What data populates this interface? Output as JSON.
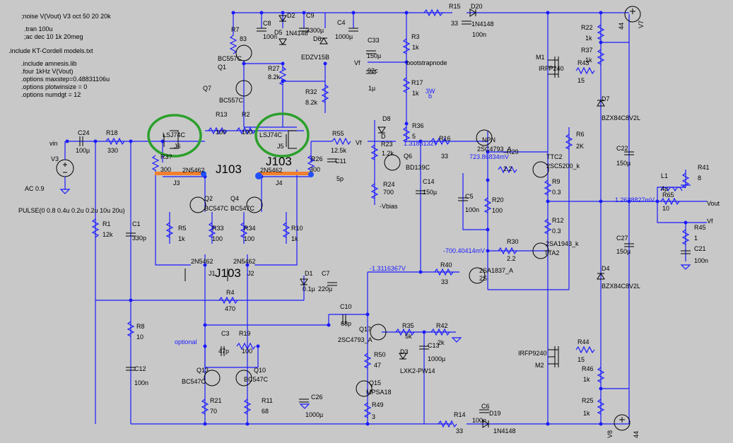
{
  "directives": [
    ";noise V(Vout) V3 oct 50 20 20k",
    ".tran 100u",
    ";ac dec 10 1k 20meg",
    ".include KT-Cordell models.txt",
    ".include amnesis.lib",
    ".four 1kHz V(Vout)",
    ".options maxstep=0.48831106u",
    ".options plotwinsize = 0",
    ".options numdgt = 12"
  ],
  "sources": {
    "v3": "V3",
    "v3_ac": "AC 0.9",
    "v3_pulse": "PULSE(0 0.8 0.4u 0.2u 0.2u 10u 20u)",
    "v7": "V7",
    "v7_val": "44",
    "v8": "V8",
    "v8_val": "44"
  },
  "nets": {
    "vin": "vin",
    "vf_top": "Vf",
    "vf_right": "Vf",
    "vf_fb": "Vf",
    "vout": "Vout",
    "bootstrap": "bootstrapnode",
    "vbias": "-Vbias",
    "optional": "optional"
  },
  "annotations": {
    "j103_left": "J103",
    "j103_right": "J103",
    "j103_bottom": "J103",
    "misc_3w": "3W",
    "misc_b": "b"
  },
  "probes": [
    "1.3185132V",
    "723.86834mV",
    "-700.40414mV",
    "-1.3116367V",
    "1.2638827mV"
  ],
  "components": {
    "r7": [
      "R7",
      "83"
    ],
    "c8": [
      "C8",
      "100n"
    ],
    "d2": [
      "D2",
      "1N4148"
    ],
    "d5": [
      "D5",
      "1N4148"
    ],
    "c9": [
      "C9",
      "3300µ"
    ],
    "d6": [
      "D6",
      "EDZV15B"
    ],
    "r27": [
      "R27",
      "8.2k"
    ],
    "r32": [
      "R32",
      "8.2k"
    ],
    "q1": [
      "Q1",
      "BC557C"
    ],
    "q7": [
      "Q7",
      "BC557C"
    ],
    "r13": [
      "R13",
      "100"
    ],
    "r2": [
      "R2",
      "100"
    ],
    "j6": [
      "J6",
      "LSJ74C"
    ],
    "j5": [
      "J5",
      "LSJ74C"
    ],
    "r55": [
      "R55",
      "12.5k"
    ],
    "c11": [
      "C11",
      "5p"
    ],
    "r26": [
      "R26",
      "300"
    ],
    "r39": [
      "R3?",
      "300"
    ],
    "j3": [
      "J3",
      "2N5462"
    ],
    "j4": [
      "J4",
      "2N5462"
    ],
    "q2": [
      "Q2",
      "BC547C"
    ],
    "q4": [
      "Q4",
      "BC547C"
    ],
    "r5": [
      "R5",
      "1k"
    ],
    "r33": [
      "R33",
      "100"
    ],
    "r34": [
      "R34",
      "100"
    ],
    "r10": [
      "R10",
      "1k"
    ],
    "j1": [
      "J1",
      "2N5462"
    ],
    "j2": [
      "J2",
      "2N5462"
    ],
    "d1": [
      "D1",
      ""
    ],
    "c7": [
      "C7",
      "220µ"
    ],
    "c7b": [
      "",
      "0.1µ"
    ],
    "c24": [
      "C24",
      "100µ"
    ],
    "r18": [
      "R18",
      "330"
    ],
    "r1": [
      "R1",
      "12k"
    ],
    "c1": [
      "C1",
      "330p"
    ],
    "r4": [
      "R4",
      "470"
    ],
    "r8": [
      "R8",
      "10"
    ],
    "c12": [
      "C12",
      "100n"
    ],
    "c3": [
      "C3",
      "47p"
    ],
    "r19": [
      "R19",
      "100"
    ],
    "q13": [
      "Q13",
      "BC547C"
    ],
    "q10": [
      "Q10",
      "BC547C"
    ],
    "r21": [
      "R21",
      "70"
    ],
    "r11": [
      "R11",
      "68"
    ],
    "c26": [
      "C26",
      "1000µ"
    ],
    "c4": [
      "C4",
      "1000µ"
    ],
    "c33": [
      "C33",
      "150µ"
    ],
    "c33b": [
      "",
      "1µ"
    ],
    "c33c": [
      "",
      "92c"
    ],
    "r3": [
      "R3",
      "1k"
    ],
    "r17": [
      "R17",
      "1k"
    ],
    "r15": [
      "R15",
      "33"
    ],
    "d20": [
      "D20",
      "1N4148"
    ],
    "c20": [
      "",
      "100n"
    ],
    "d8": [
      "D8",
      "D"
    ],
    "r36": [
      "R36",
      "5"
    ],
    "r23": [
      "R23",
      "1.2k"
    ],
    "q6": [
      "Q6",
      "BD139C"
    ],
    "r24": [
      "R24",
      "700"
    ],
    "c14": [
      "C14",
      "150µ"
    ],
    "r16": [
      "R16",
      "33"
    ],
    "npn": [
      "NPN",
      ""
    ],
    "q_drv_p": [
      "",
      "2SC4793_A"
    ],
    "r29": [
      "R29",
      "2.2"
    ],
    "ttc2": [
      "TTC2",
      "2SC5200_k"
    ],
    "r6": [
      "R6",
      "2K"
    ],
    "r9": [
      "R9",
      "0.3"
    ],
    "c5": [
      "C5",
      "100n"
    ],
    "r20": [
      "R20",
      "100"
    ],
    "r12": [
      "R12",
      "0.3"
    ],
    "r30": [
      "R30",
      "2.2"
    ],
    "tta2": [
      "TTA2",
      "2SA1943_k"
    ],
    "r40": [
      "R40",
      "33"
    ],
    "q_drv_n": [
      "2S",
      "2SA1837_A"
    ],
    "c10": [
      "C10",
      "68p"
    ],
    "q17": [
      "Q17",
      "2SC4793_A"
    ],
    "r35": [
      "R35",
      "5k"
    ],
    "r42": [
      "R42",
      "2k"
    ],
    "d3": [
      "D3",
      "LXK2-PW14"
    ],
    "c13": [
      "C13",
      "1000µ"
    ],
    "r50": [
      "R50",
      "47"
    ],
    "q15": [
      "Q15",
      "MPSA18"
    ],
    "r49": [
      "R49",
      "3"
    ],
    "r14": [
      "R14",
      "33"
    ],
    "c6": [
      "C6",
      "100n"
    ],
    "d19": [
      "D19",
      "1N4148"
    ],
    "m1": [
      "M1",
      "IRFP240"
    ],
    "r22": [
      "R22",
      "1k"
    ],
    "r37": [
      "R37",
      "1k"
    ],
    "r43": [
      "R43",
      "15"
    ],
    "d7": [
      "D7",
      "BZX84C8V2L"
    ],
    "c22": [
      "C22",
      "150µ"
    ],
    "l1": [
      "L1",
      "4µ"
    ],
    "r41": [
      "R41",
      "8"
    ],
    "r65": [
      "R65",
      "10"
    ],
    "r45": [
      "R45",
      "1"
    ],
    "c21": [
      "C21",
      "100n"
    ],
    "c27": [
      "C27",
      "150µ"
    ],
    "d4": [
      "D4",
      "BZX84C8V2L"
    ],
    "m2": [
      "M2",
      "IRFP9240"
    ],
    "r44": [
      "R44",
      "15"
    ],
    "r46": [
      "R46",
      "1k"
    ],
    "r25": [
      "R25",
      "1k"
    ]
  }
}
